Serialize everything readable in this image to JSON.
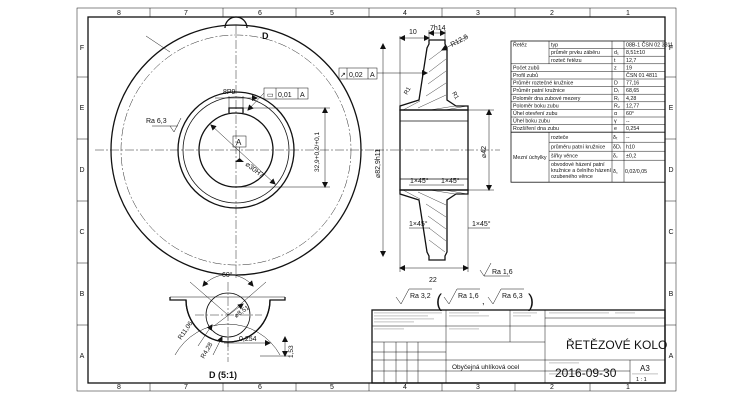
{
  "frame": {
    "columns_top": [
      "8",
      "7",
      "6",
      "5",
      "4",
      "3",
      "2",
      "1"
    ],
    "columns_bottom": [
      "8",
      "7",
      "6",
      "5",
      "4",
      "3",
      "2",
      "1"
    ],
    "rows_left": [
      "F",
      "E",
      "D",
      "C",
      "B",
      "A"
    ],
    "rows_right": [
      "F",
      "E",
      "D",
      "C",
      "B",
      "A"
    ]
  },
  "views": {
    "front": {
      "label_d": "D",
      "fit_label": "8P9",
      "ra_label": "Ra 6,3",
      "diameter_label": "⌀30H7",
      "dim_329": "32,9+0,2/+0,1"
    },
    "flatness_frame": {
      "symbol": "▭",
      "value": "0,01",
      "datum": "A"
    },
    "datum_a": "A",
    "section": {
      "dim_10": "10",
      "dim_7h14": "7h14",
      "dim_r": "R12,8",
      "runout_symbol": "↗",
      "runout_value": "0,02",
      "runout_datum": "A",
      "r1": "R1",
      "r2": "R1",
      "dia_hub": "⌀82,9h11",
      "dia_bore": "⌀42",
      "chamfer_1": "1×45°",
      "chamfer_2": "1×45°",
      "chamfer_3": "1×45°",
      "chamfer_4": "1×45°",
      "dim_22": "22",
      "ra_16": "Ra 1,6"
    },
    "roughness_line": {
      "main": "Ra 3,2",
      "open": "(",
      "sub1": "Ra 1,6",
      "sep": ",",
      "sub2": "Ra 6,3",
      "close": ")"
    },
    "detail": {
      "label": "D (5:1)",
      "angle": "60°",
      "r8": "⌀8,51",
      "r11": "R11,06",
      "r4": "R4,28",
      "dim_0254": "0,254",
      "dim_153": "1,53"
    }
  },
  "gear_table": {
    "rows": [
      {
        "label": "Řetěz",
        "sub": "typ",
        "sym": "",
        "val": "08B-1 ČSN 02 3311"
      },
      {
        "label": "",
        "sub": "průměr prvku záběru",
        "sym": "d₁",
        "val": "8,51±10"
      },
      {
        "label": "",
        "sub": "rozteč řetězu",
        "sym": "t",
        "val": "12,7"
      },
      {
        "label": "Počet zubů",
        "sub": "",
        "sym": "z",
        "val": "19"
      },
      {
        "label": "Profil zubů",
        "sub": "",
        "sym": "",
        "val": "ČSN 01 4811"
      },
      {
        "label": "Průměr roztečné kružnice",
        "sub": "",
        "sym": "D",
        "val": "77,16"
      },
      {
        "label": "Průměr patní kružnice",
        "sub": "",
        "sym": "Dᵢ",
        "val": "68,65"
      },
      {
        "label": "Poloměr dna zubové mezery",
        "sub": "",
        "sym": "Rᵢ",
        "val": "4,28"
      },
      {
        "label": "Poloměr boku zubu",
        "sub": "",
        "sym": "R₂",
        "val": "12,77"
      },
      {
        "label": "Úhel otevření zubu",
        "sub": "",
        "sym": "α",
        "val": "60°"
      },
      {
        "label": "Úhel boku zubu",
        "sub": "",
        "sym": "γ",
        "val": "--"
      },
      {
        "label": "Rozšíření dna zubu",
        "sub": "",
        "sym": "e",
        "val": "0,254"
      }
    ],
    "tolerance_title": "Mezní úchylky",
    "tolerance_rows": [
      {
        "sub": "rozteče",
        "sym": "δₜ",
        "val": "--"
      },
      {
        "sub": "průměru patní kružnice",
        "sym": "δDᵢ",
        "val": "h10"
      },
      {
        "sub": "šířky věnce",
        "sym": "δ꜀",
        "val": "±0,2"
      },
      {
        "sub": "obvodové házení patní kružnice a čelního házení ozubeného věnce",
        "sym": "δ꜀",
        "val": "0,02/0,05"
      }
    ]
  },
  "title_block": {
    "title": "ŘETĚZOVÉ KOLO",
    "date": "2016-09-30",
    "material": "Obyčejná uhlíková ocel",
    "format": "A3",
    "scale": "1 : 1"
  }
}
